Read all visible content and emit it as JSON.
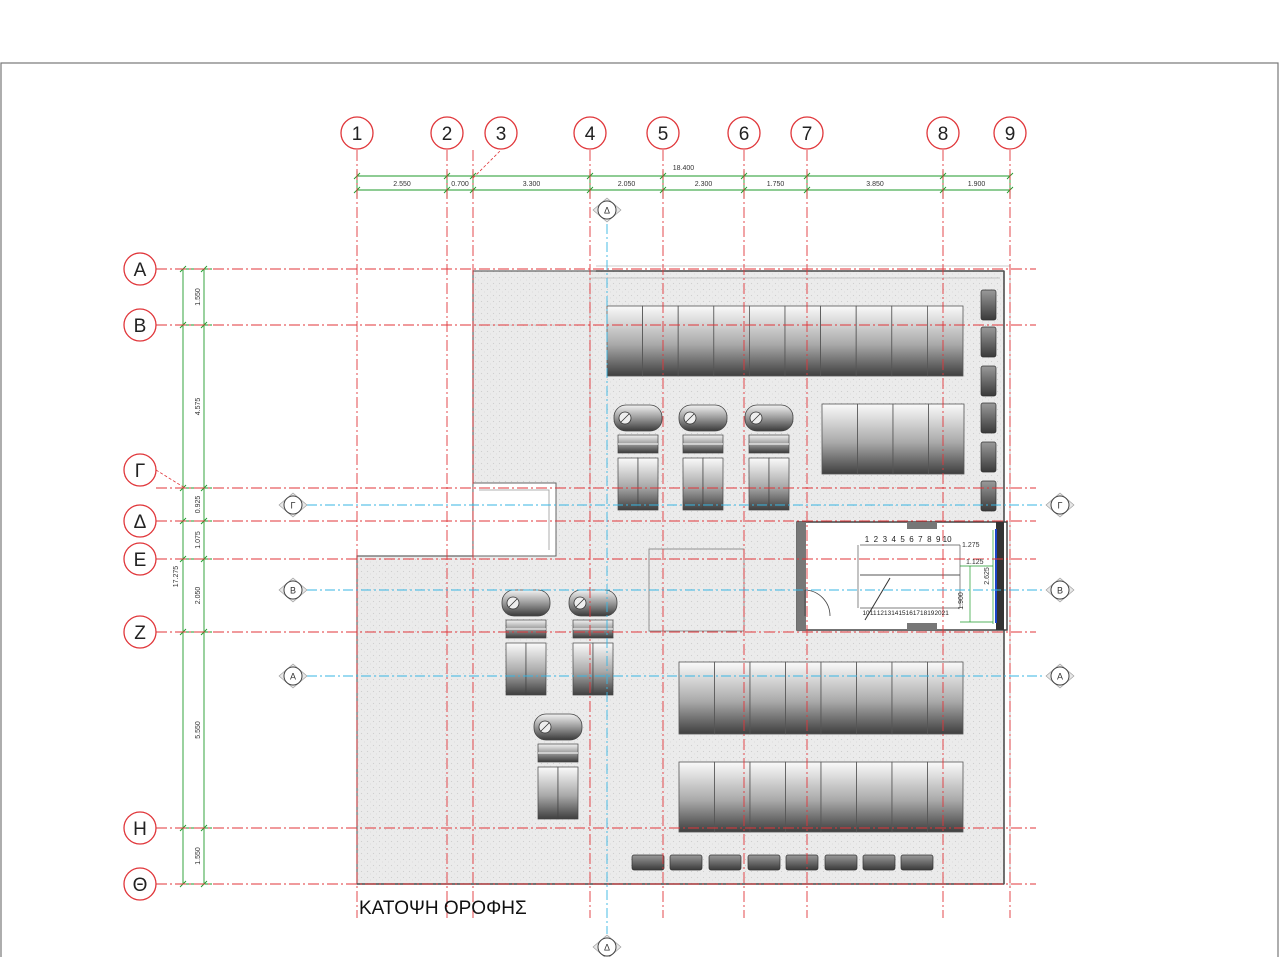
{
  "drawing": {
    "title": "ΚΑΤΟΨΗ ΟΡΟΦΗΣ",
    "colors": {
      "grid": "#e0363a",
      "section": "#37b6e3",
      "dimension": "#1e9a2a",
      "wall": "#555555",
      "hatch": "#ececec",
      "equipment_dark": "#4a4a4a",
      "equipment_light": "#fafafa"
    }
  },
  "grid_columns": [
    "1",
    "2",
    "3",
    "4",
    "5",
    "6",
    "7",
    "8",
    "9"
  ],
  "grid_rows": [
    "Α",
    "Β",
    "Γ",
    "Δ",
    "Ε",
    "Ζ",
    "Η",
    "Θ"
  ],
  "dims_horizontal": {
    "total": "18.400",
    "segments": [
      "2.550",
      "0.700",
      "3.300",
      "2.050",
      "2.300",
      "1.750",
      "3.850",
      "1.900"
    ]
  },
  "dims_vertical": {
    "total": "17.275",
    "segments": [
      "1.550",
      "4.575",
      "0.925",
      "1.075",
      "2.050",
      "5.550",
      "1.550"
    ]
  },
  "section_markers": {
    "top": "Δ",
    "bottom": "Δ",
    "rows": [
      "Γ",
      "Β",
      "Α"
    ]
  },
  "stair": {
    "steps_top": [
      "1",
      "2",
      "3",
      "4",
      "5",
      "6",
      "7",
      "8",
      "9",
      "10"
    ],
    "steps_bottom": [
      "10",
      "11",
      "12",
      "13",
      "14",
      "15",
      "16",
      "17",
      "18",
      "19",
      "20",
      "21"
    ],
    "dims": [
      "1.275",
      "1.125",
      "2.625",
      "1.900"
    ]
  }
}
